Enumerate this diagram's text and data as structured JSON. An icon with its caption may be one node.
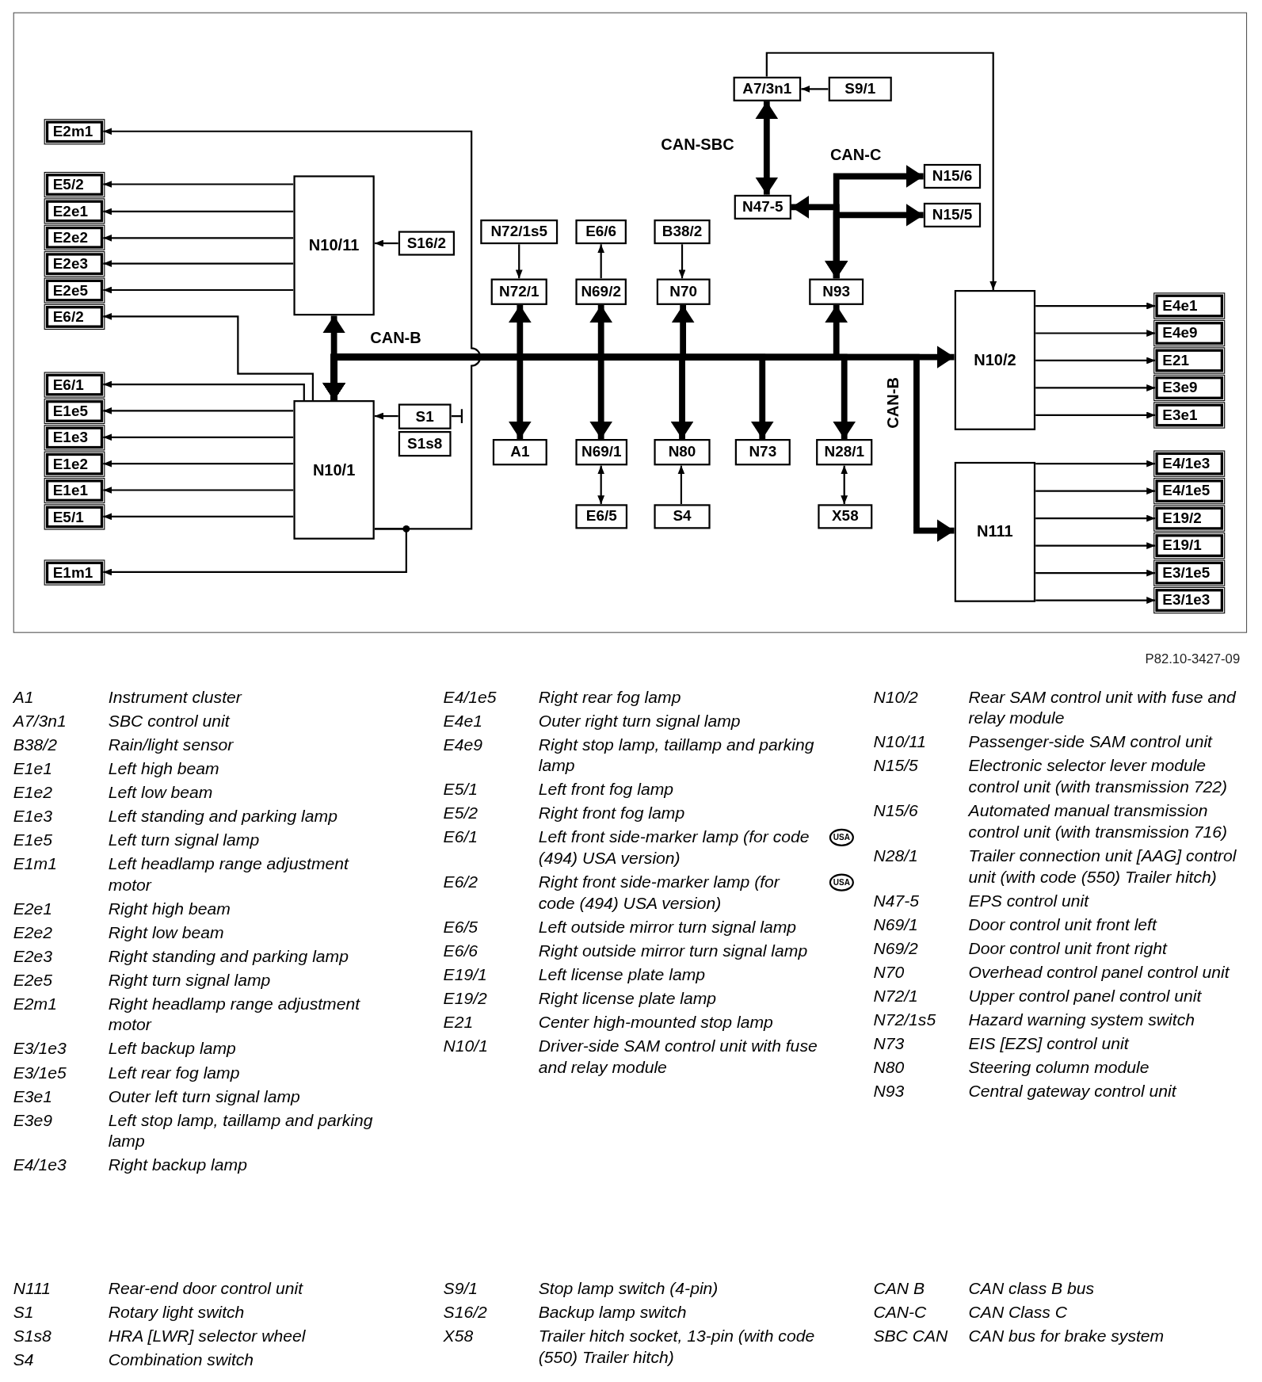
{
  "diagram": {
    "nodes": [
      {
        "text": [
          "E2m1"
        ]
      },
      {
        "text": [
          "E5/2"
        ]
      },
      {
        "text": [
          "E2e1"
        ]
      },
      {
        "text": [
          "E2e2"
        ]
      },
      {
        "text": [
          "E2e3"
        ]
      },
      {
        "text": [
          "E2e5"
        ]
      },
      {
        "text": [
          "E6/2"
        ]
      },
      {
        "text": [
          "E6/1"
        ]
      },
      {
        "text": [
          "E1e5"
        ]
      },
      {
        "text": [
          "E1e3"
        ]
      },
      {
        "text": [
          "E1e2"
        ]
      },
      {
        "text": [
          "E1e1"
        ]
      },
      {
        "text": [
          "E5/1"
        ]
      },
      {
        "text": [
          "E1m1"
        ]
      },
      {
        "text": [
          "N10/11"
        ]
      },
      {
        "text": [
          "S16/2"
        ]
      },
      {
        "text": [
          "N10/1"
        ]
      },
      {
        "text": [
          "S1"
        ]
      },
      {
        "text": [
          "S1s8"
        ]
      },
      {
        "text": [
          "A7/3n1"
        ]
      },
      {
        "text": [
          "S9/1"
        ]
      },
      {
        "text": [
          "N47-5"
        ]
      },
      {
        "text": [
          "N15/6"
        ]
      },
      {
        "text": [
          "N15/5"
        ]
      },
      {
        "text": [
          "N72/1s5"
        ]
      },
      {
        "text": [
          "E6/6"
        ]
      },
      {
        "text": [
          "B38/2"
        ]
      },
      {
        "text": [
          "N72/1"
        ]
      },
      {
        "text": [
          "N69/2"
        ]
      },
      {
        "text": [
          "N70"
        ]
      },
      {
        "text": [
          "N93"
        ]
      },
      {
        "text": [
          "A1"
        ]
      },
      {
        "text": [
          "N69/1"
        ]
      },
      {
        "text": [
          "N80"
        ]
      },
      {
        "text": [
          "N73"
        ]
      },
      {
        "text": [
          "N28/1"
        ]
      },
      {
        "text": [
          "E6/5"
        ]
      },
      {
        "text": [
          "S4"
        ]
      },
      {
        "text": [
          "X58"
        ]
      },
      {
        "text": [
          "N10/2"
        ]
      },
      {
        "text": [
          "N111"
        ]
      },
      {
        "text": [
          "E4e1"
        ]
      },
      {
        "text": [
          "E4e9"
        ]
      },
      {
        "text": [
          "E21"
        ]
      },
      {
        "text": [
          "E3e9"
        ]
      },
      {
        "text": [
          "E3e1"
        ]
      },
      {
        "text": [
          "E4/1e3"
        ]
      },
      {
        "text": [
          "E4/1e5"
        ]
      },
      {
        "text": [
          "E19/2"
        ]
      },
      {
        "text": [
          "E19/1"
        ]
      },
      {
        "text": [
          "E3/1e5"
        ]
      },
      {
        "text": [
          "E3/1e3"
        ]
      }
    ],
    "edges": [
      {
        "from": 16,
        "to": 0,
        "arrow": "to"
      },
      {
        "from": 14,
        "to": 1,
        "arrow": "to"
      },
      {
        "from": 14,
        "to": 2,
        "arrow": "to"
      },
      {
        "from": 14,
        "to": 3,
        "arrow": "to"
      },
      {
        "from": 14,
        "to": 4,
        "arrow": "to"
      },
      {
        "from": 14,
        "to": 5,
        "arrow": "to"
      },
      {
        "from": 16,
        "to": 6,
        "arrow": "to"
      },
      {
        "from": 16,
        "to": 7,
        "arrow": "to"
      },
      {
        "from": 16,
        "to": 8,
        "arrow": "to"
      },
      {
        "from": 16,
        "to": 9,
        "arrow": "to"
      },
      {
        "from": 16,
        "to": 10,
        "arrow": "to"
      },
      {
        "from": 16,
        "to": 11,
        "arrow": "to"
      },
      {
        "from": 16,
        "to": 12,
        "arrow": "to"
      },
      {
        "from": 16,
        "to": 13,
        "arrow": "to"
      },
      {
        "from": 15,
        "to": 14,
        "arrow": "to"
      },
      {
        "from": 17,
        "to": 16,
        "arrow": "to"
      },
      {
        "from": 20,
        "to": 19,
        "arrow": "to"
      },
      {
        "from": 19,
        "to": 39,
        "arrow": "to"
      },
      {
        "from": 19,
        "to": 21,
        "arrow": "both",
        "style": "thick",
        "label": "CAN-SBC"
      },
      {
        "from": 30,
        "to": 21,
        "arrow": "both",
        "style": "thick",
        "label": "CAN-C"
      },
      {
        "from": 30,
        "to": 22,
        "arrow": "both",
        "style": "thick"
      },
      {
        "from": 30,
        "to": 23,
        "arrow": "both",
        "style": "thick"
      },
      {
        "from": 14,
        "to": 16,
        "arrow": "both",
        "style": "thick"
      },
      {
        "from": 16,
        "to": 27,
        "arrow": "both",
        "style": "thick",
        "label": "CAN-B"
      },
      {
        "from": 16,
        "to": 31,
        "arrow": "both",
        "style": "thick"
      },
      {
        "from": 16,
        "to": 28,
        "arrow": "both",
        "style": "thick"
      },
      {
        "from": 16,
        "to": 32,
        "arrow": "both",
        "style": "thick"
      },
      {
        "from": 16,
        "to": 29,
        "arrow": "both",
        "style": "thick"
      },
      {
        "from": 16,
        "to": 33,
        "arrow": "both",
        "style": "thick"
      },
      {
        "from": 16,
        "to": 34,
        "arrow": "both",
        "style": "thick"
      },
      {
        "from": 16,
        "to": 30,
        "arrow": "both",
        "style": "thick"
      },
      {
        "from": 16,
        "to": 35,
        "arrow": "both",
        "style": "thick"
      },
      {
        "from": 16,
        "to": 39,
        "arrow": "both",
        "style": "thick"
      },
      {
        "from": 16,
        "to": 40,
        "arrow": "both",
        "style": "thick",
        "label": "CAN-B"
      },
      {
        "from": 24,
        "to": 27,
        "arrow": "to"
      },
      {
        "from": 28,
        "to": 25,
        "arrow": "to"
      },
      {
        "from": 26,
        "to": 29,
        "arrow": "to"
      },
      {
        "from": 32,
        "to": 36,
        "arrow": "both"
      },
      {
        "from": 37,
        "to": 33,
        "arrow": "to"
      },
      {
        "from": 35,
        "to": 38,
        "arrow": "both"
      },
      {
        "from": 39,
        "to": 41,
        "arrow": "to"
      },
      {
        "from": 39,
        "to": 42,
        "arrow": "to"
      },
      {
        "from": 39,
        "to": 43,
        "arrow": "to"
      },
      {
        "from": 39,
        "to": 44,
        "arrow": "to"
      },
      {
        "from": 39,
        "to": 45,
        "arrow": "to"
      },
      {
        "from": 40,
        "to": 46,
        "arrow": "to"
      },
      {
        "from": 40,
        "to": 47,
        "arrow": "to"
      },
      {
        "from": 40,
        "to": 48,
        "arrow": "to"
      },
      {
        "from": 40,
        "to": 49,
        "arrow": "to"
      },
      {
        "from": 40,
        "to": 50,
        "arrow": "to"
      },
      {
        "from": 40,
        "to": 51,
        "arrow": "to"
      }
    ],
    "labels": [
      "P82.10-3427-09",
      "A1",
      "Instrument cluster",
      "A7/3n1",
      "SBC control unit",
      "B38/2",
      "Rain/light sensor",
      "E1e1",
      "Left high beam",
      "E1e2",
      "Left low beam",
      "E1e3",
      "Left standing and parking lamp",
      "E1e5",
      "Left turn signal lamp",
      "E1m1",
      "Left headlamp range adjustment motor",
      "E2e1",
      "Right high beam",
      "E2e2",
      "Right low beam",
      "E2e3",
      "Right standing and parking lamp",
      "E2e5",
      "Right turn signal lamp",
      "E2m1",
      "Right headlamp range adjustment motor",
      "E3/1e3",
      "Left backup lamp",
      "E3/1e5",
      "Left rear fog lamp",
      "E3e1",
      "Outer left turn signal lamp",
      "E3e9",
      "Left stop lamp, taillamp and parking lamp",
      "E4/1e3",
      "Right backup lamp",
      "E4/1e5",
      "Right rear fog lamp",
      "E4e1",
      "Outer right turn signal lamp",
      "E4e9",
      "Right stop lamp, taillamp and parking lamp",
      "E5/1",
      "Left front fog lamp",
      "E5/2",
      "Right front fog lamp",
      "E6/1",
      "Left front side-marker lamp (for code (494) USA version)",
      "USA",
      "E6/2",
      "Right front side-marker lamp (for code (494) USA version)",
      "USA",
      "E6/5",
      "Left outside mirror turn signal lamp",
      "E6/6",
      "Right outside mirror turn signal lamp",
      "E19/1",
      "Left license plate lamp",
      "E19/2",
      "Right license plate lamp",
      "E21",
      "Center high-mounted stop lamp",
      "N10/1",
      "Driver-side SAM control unit with fuse and relay module",
      "N10/2",
      "Rear SAM control unit with fuse and relay module",
      "N10/11",
      "Passenger-side SAM control unit",
      "N15/5",
      "Electronic selector lever module control unit (with transmission 722)",
      "N15/6",
      "Automated manual transmission control unit (with transmission 716)",
      "N28/1",
      "Trailer connection unit [AAG] control unit (with code (550) Trailer hitch)",
      "N47-5",
      "EPS control unit",
      "N69/1",
      "Door control unit front left",
      "N69/2",
      "Door control unit front right",
      "N70",
      "Overhead control panel control unit",
      "N72/1",
      "Upper control panel control unit",
      "N72/1s5",
      "Hazard warning system switch",
      "N73",
      "EIS [EZS] control unit",
      "N80",
      "Steering column module",
      "N93",
      "Central gateway control unit",
      "N111",
      "Rear-end door control unit",
      "S1",
      "Rotary light switch",
      "S1s8",
      "HRA [LWR] selector wheel",
      "S4",
      "Combination switch",
      "S9/1",
      "Stop lamp switch (4-pin)",
      "S16/2",
      "Backup lamp switch",
      "X58",
      "Trailer hitch socket, 13-pin (with code (550) Trailer hitch)",
      "CAN B",
      "CAN class B bus",
      "CAN-C",
      "CAN Class C",
      "SBC CAN",
      "CAN bus for brake system"
    ]
  }
}
